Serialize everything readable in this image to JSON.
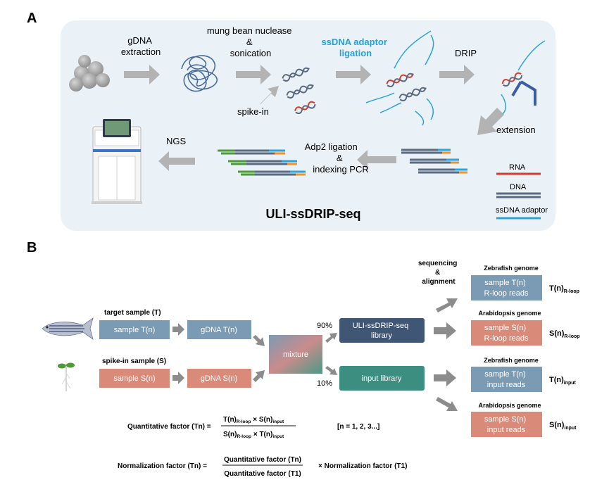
{
  "panel_a": {
    "label": "A",
    "steps": {
      "gdna_extraction": [
        "gDNA",
        "extraction"
      ],
      "nuclease": [
        "mung bean nuclease",
        "&",
        "sonication"
      ],
      "spike_in": "spike-in",
      "adaptor_ligation": [
        "ssDNA adaptor",
        "ligation"
      ],
      "drip": "DRIP",
      "extension": "extension",
      "adp2": [
        "Adp2 ligation",
        "&",
        "indexing PCR"
      ],
      "ngs": "NGS"
    },
    "legend": {
      "rna": "RNA",
      "dna": "DNA",
      "adaptor": "ssDNA adaptor"
    },
    "title": "ULI-ssDRIP-seq"
  },
  "panel_b": {
    "label": "B",
    "target_sample": "target sample (T)",
    "spike_sample": "spike-in sample (S)",
    "box_sample_t": "sample T(n)",
    "box_gdna_t": "gDNA T(n)",
    "box_sample_s": "sample S(n)",
    "box_gdna_s": "gDNA S(n)",
    "mixture": "mixture",
    "pct_90": "90%",
    "pct_10": "10%",
    "lib_uli": [
      "ULI-ssDRIP-seq",
      "library"
    ],
    "lib_input": "input library",
    "seq": [
      "sequencing",
      "&",
      "alignment"
    ],
    "outputs": [
      {
        "genome": "Zebrafish genome",
        "lines": [
          "sample T(n)",
          "R-loop reads"
        ],
        "var": "T(n)",
        "sub": "R-loop"
      },
      {
        "genome": "Arabidopsis genome",
        "lines": [
          "sample S(n)",
          "R-loop reads"
        ],
        "var": "S(n)",
        "sub": "R-loop"
      },
      {
        "genome": "Zebrafish genome",
        "lines": [
          "sample T(n)",
          "input reads"
        ],
        "var": "T(n)",
        "sub": "input"
      },
      {
        "genome": "Arabidopsis genome",
        "lines": [
          "sample S(n)",
          "input reads"
        ],
        "var": "S(n)",
        "sub": "input"
      }
    ],
    "qf_label": "Quantitative factor (Tn) =",
    "qf_times": "×",
    "n_range": "[n = 1, 2, 3...]",
    "nf_label": "Normalization factor (Tn) =",
    "nf_num": "Quantitative factor (Tn)",
    "nf_den": "Quantitative factor (T1)",
    "nf_tail": "× Normalization factor (T1)"
  },
  "colors": {
    "panel_bg": "#eaf1f7",
    "arrow": "#b3b3b3",
    "arrow_b": "#8c8c8c",
    "blue_box": "#7b9bb5",
    "red_box": "#d98a78",
    "dark_box": "#3f5675",
    "green_box": "#3c8f80",
    "rna": "#d43a2a",
    "dna": "#5a6a80",
    "adaptor": "#2aa4dd",
    "orange": "#f0922e",
    "green": "#4d9a3a",
    "accent": "#1fa3dc"
  }
}
